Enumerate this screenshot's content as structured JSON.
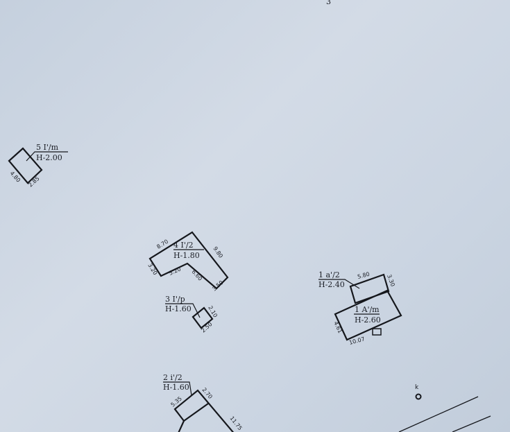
{
  "sheet_fragment": "3",
  "buildings": [
    {
      "id": "5",
      "label": "5 I'/m",
      "height": "H-2.00",
      "dims": [
        "4.80",
        "2.85"
      ]
    },
    {
      "id": "4",
      "label": "4 I'/2",
      "height": "H-1.80",
      "dims": [
        "8.70",
        "9.80",
        "3.20",
        "5.20",
        "6.60",
        "3.50"
      ]
    },
    {
      "id": "3",
      "label": "3 I'/p",
      "height": "H-1.60",
      "dims": [
        "2.10",
        "2.50"
      ]
    },
    {
      "id": "1a",
      "label": "1 a'/2",
      "height": "H-2.40",
      "dims": [
        "5.80",
        "3.30"
      ]
    },
    {
      "id": "1A",
      "label": "1 A'/m",
      "height": "H-2.60",
      "dims": [
        "4.61",
        "10.07"
      ]
    },
    {
      "id": "2",
      "label": "2 i'/2",
      "height": "H-1.60",
      "dims": [
        "5.35",
        "2.70",
        "11.75"
      ]
    }
  ],
  "marker": {
    "label": "k"
  }
}
